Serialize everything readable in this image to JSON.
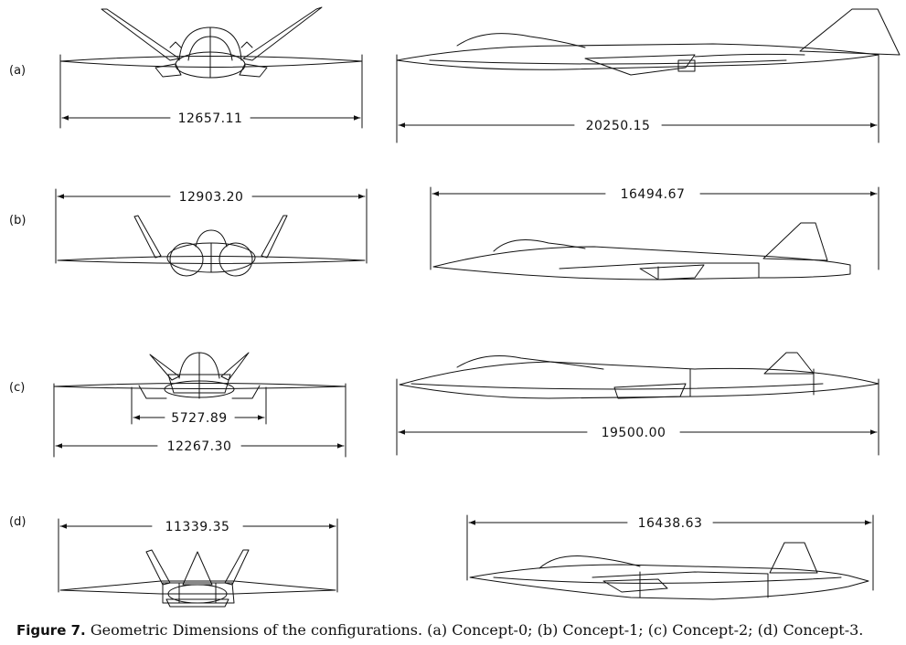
{
  "rows": [
    {
      "label": "(a)",
      "front_span": "12657.11",
      "side_length": "20250.15"
    },
    {
      "label": "(b)",
      "front_span": "12903.20",
      "side_length": "16494.67"
    },
    {
      "label": "(c)",
      "front_span": "12267.30",
      "inner_span": "5727.89",
      "side_length": "19500.00"
    },
    {
      "label": "(d)",
      "front_span": "11339.35",
      "side_length": "16438.63"
    }
  ],
  "caption": {
    "figure_label": "Figure 7.",
    "text": " Geometric Dimensions of the configurations. (a) Concept-0; (b) Concept-1; (c) Concept-2; (d) Concept-3."
  }
}
